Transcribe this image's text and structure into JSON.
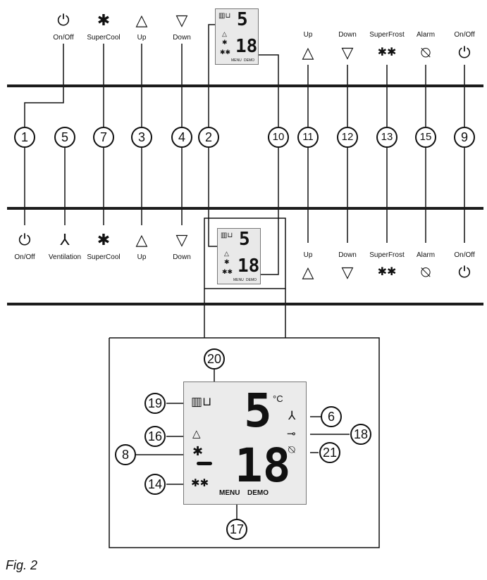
{
  "top_panel": {
    "left_buttons": [
      {
        "icon": "power-icon",
        "glyph": "⏻",
        "label": "On/Off"
      },
      {
        "icon": "supercool-icon",
        "glyph": "✱",
        "label": "SuperCool"
      },
      {
        "icon": "up-icon",
        "glyph": "△",
        "label": "Up"
      },
      {
        "icon": "down-icon",
        "glyph": "▽",
        "label": "Down"
      }
    ],
    "right_buttons": [
      {
        "icon": "up-icon",
        "glyph": "△",
        "label": "Up"
      },
      {
        "icon": "down-icon",
        "glyph": "▽",
        "label": "Down"
      },
      {
        "icon": "superfrost-icon",
        "glyph": "✱✱",
        "label": "SuperFrost"
      },
      {
        "icon": "alarm-off-icon",
        "glyph": "⍉",
        "label": "Alarm"
      },
      {
        "icon": "power-icon",
        "glyph": "⏻",
        "label": "On/Off"
      }
    ],
    "display": {
      "upper": "5",
      "lower": "18",
      "menu": "MENU",
      "demo": "DEMO"
    }
  },
  "callouts": [
    "1",
    "5",
    "7",
    "3",
    "4",
    "2",
    "10",
    "11",
    "12",
    "13",
    "15",
    "9"
  ],
  "bottom_panel": {
    "left_buttons": [
      {
        "icon": "power-icon",
        "glyph": "⏻",
        "label": "On/Off"
      },
      {
        "icon": "ventilation-icon",
        "glyph": "⅄",
        "label": "Ventilation"
      },
      {
        "icon": "supercool-icon",
        "glyph": "✱",
        "label": "SuperCool"
      },
      {
        "icon": "up-icon",
        "glyph": "△",
        "label": "Up"
      },
      {
        "icon": "down-icon",
        "glyph": "▽",
        "label": "Down"
      }
    ],
    "right_buttons": [
      {
        "icon": "up-icon",
        "glyph": "△",
        "label": "Up"
      },
      {
        "icon": "down-icon",
        "glyph": "▽",
        "label": "Down"
      },
      {
        "icon": "superfrost-icon",
        "glyph": "✱✱",
        "label": "SuperFrost"
      },
      {
        "icon": "alarm-off-icon",
        "glyph": "⍉",
        "label": "Alarm"
      },
      {
        "icon": "power-icon",
        "glyph": "⏻",
        "label": "On/Off"
      }
    ]
  },
  "detail": {
    "upper_digit": "5",
    "unit": "°C",
    "lower_digits": "18",
    "minus": "-",
    "menu": "MENU",
    "demo": "DEMO",
    "callouts": [
      "20",
      "19",
      "16",
      "8",
      "14",
      "6",
      "18",
      "21",
      "17"
    ]
  },
  "caption": "Fig. 2"
}
